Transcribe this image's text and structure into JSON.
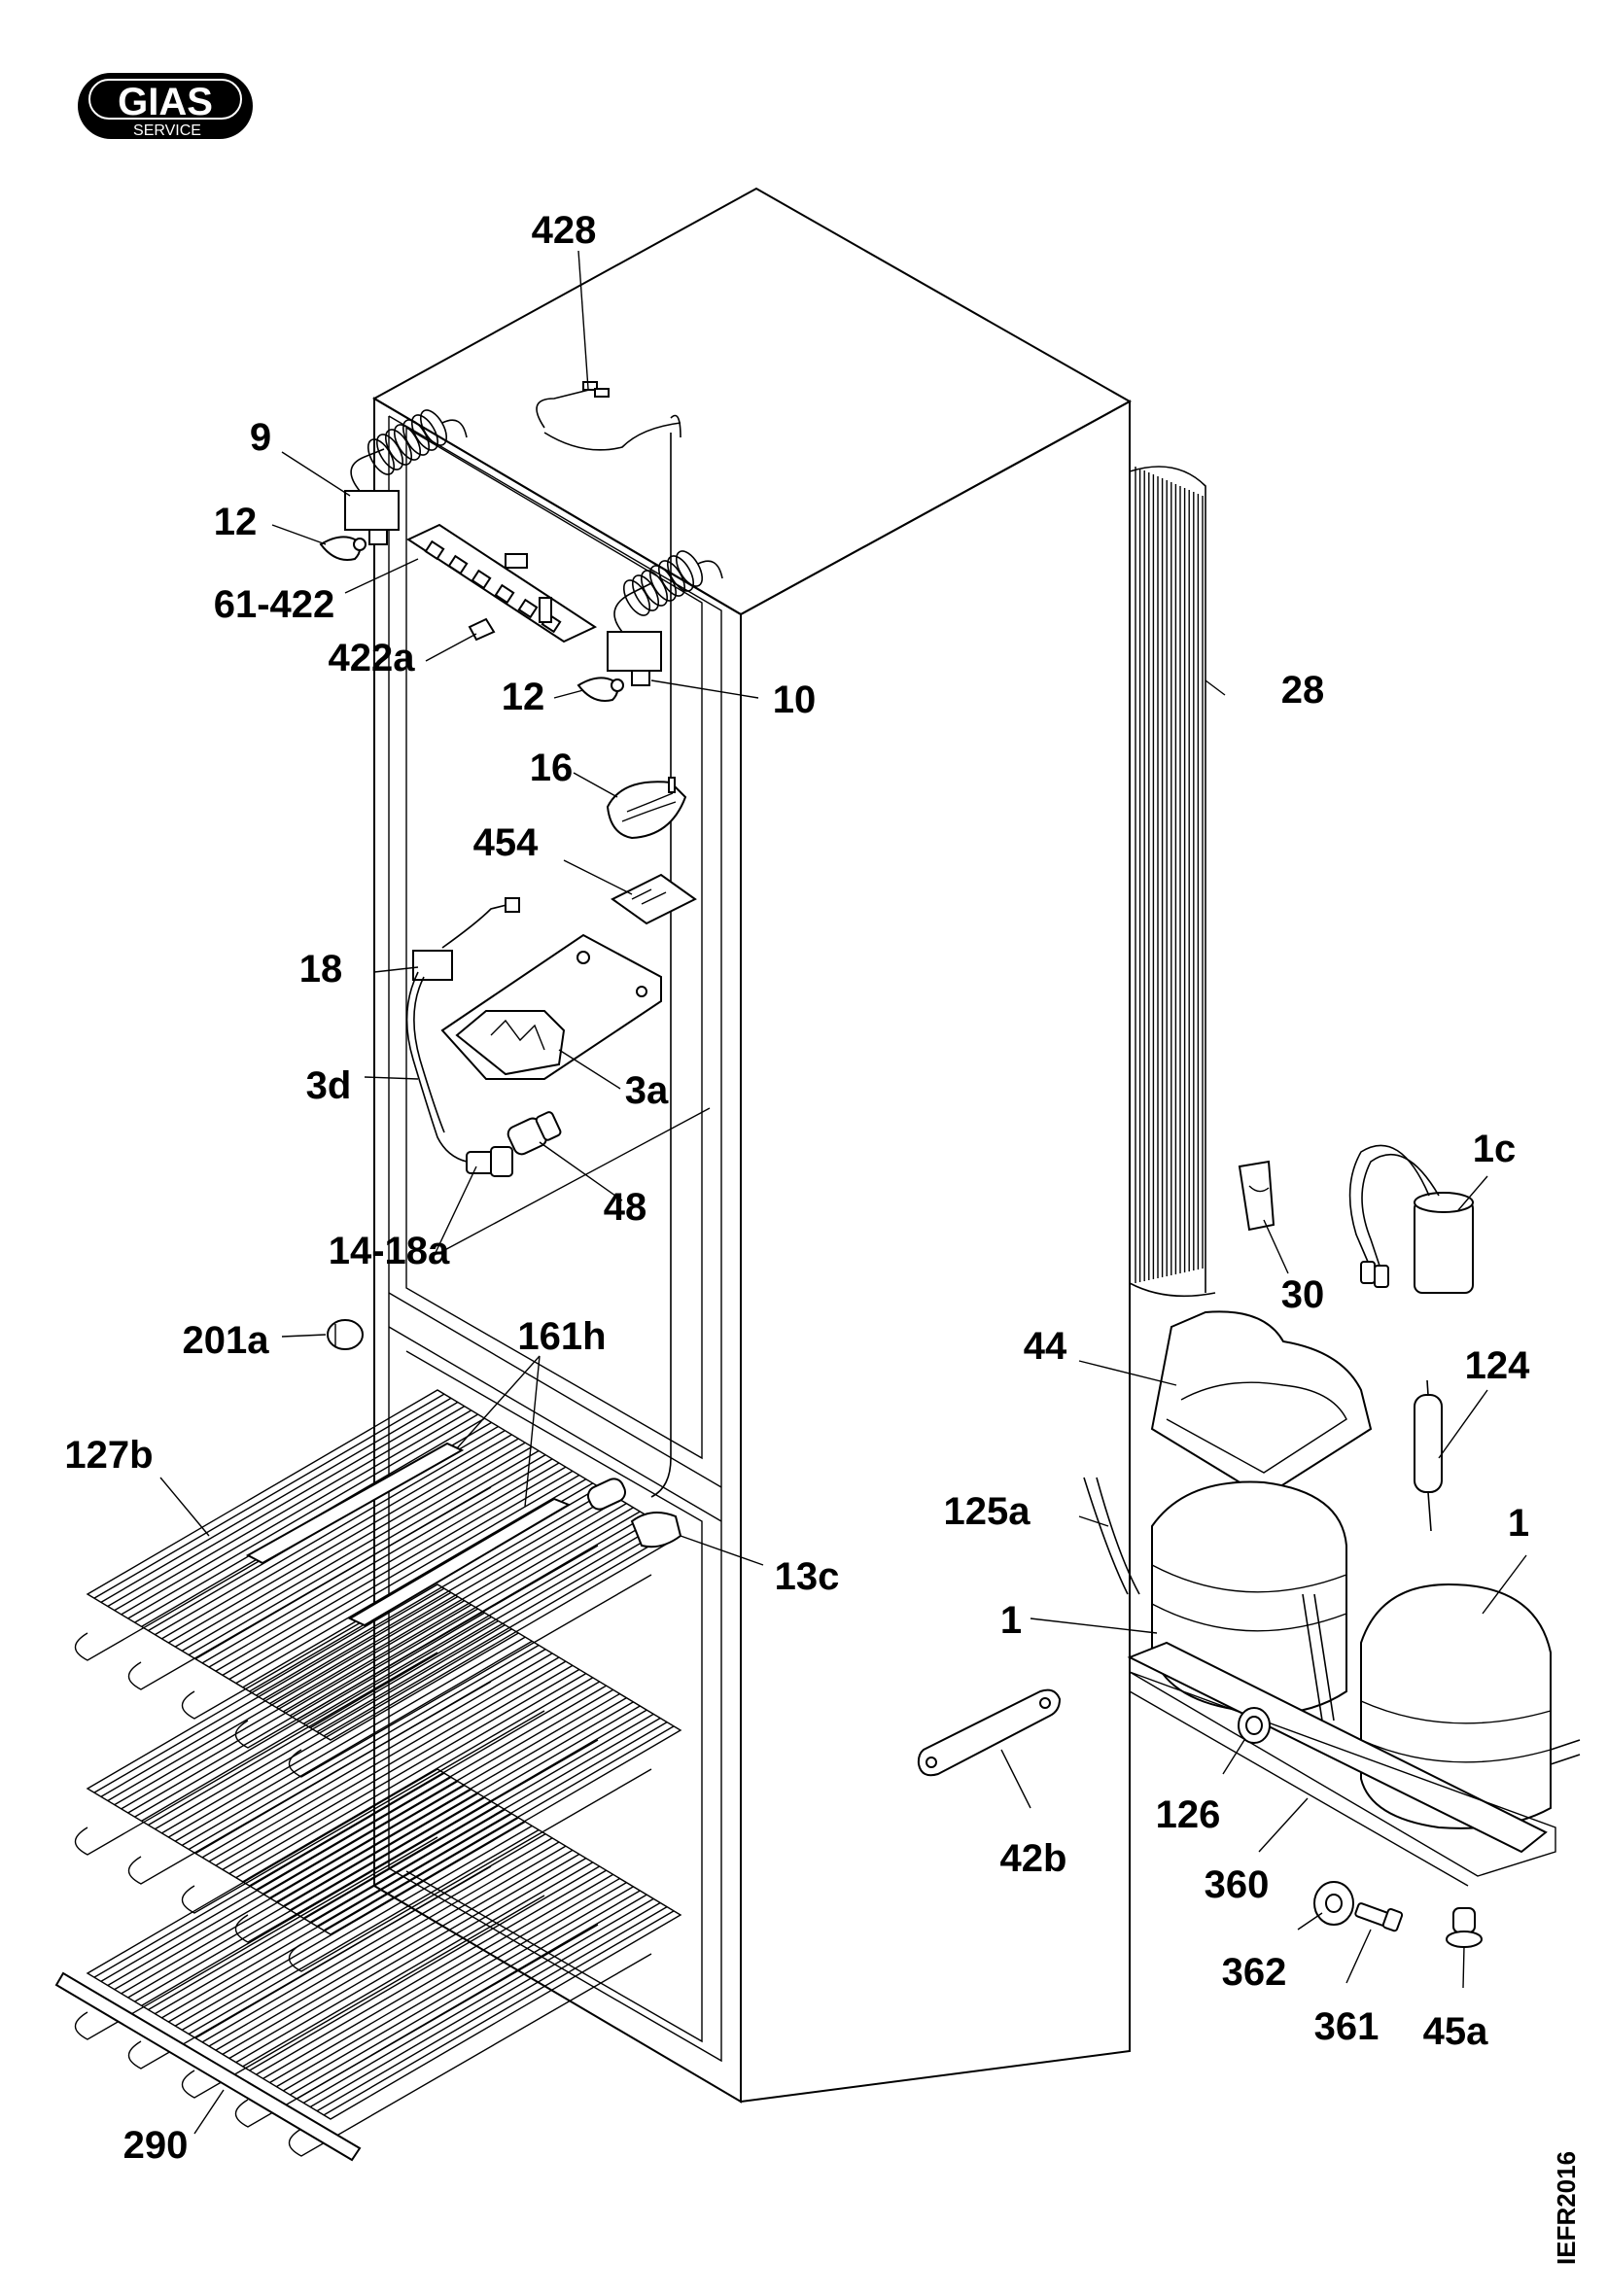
{
  "logo": {
    "brand": "GIAS",
    "sub": "SERVICE"
  },
  "doc_code": "IEFR2016",
  "labels": {
    "l428": "428",
    "l9": "9",
    "l12a": "12",
    "l61_422": "61-422",
    "l422a": "422a",
    "l12b": "12",
    "l10": "10",
    "l28": "28",
    "l16": "16",
    "l454": "454",
    "l18": "18",
    "l3d": "3d",
    "l3a": "3a",
    "l48": "48",
    "l14_18a": "14-18a",
    "l1c": "1c",
    "l30": "30",
    "l201a": "201a",
    "l161h": "161h",
    "l44": "44",
    "l124": "124",
    "l127b": "127b",
    "l125a": "125a",
    "l1a": "1",
    "l13c": "13c",
    "l1b": "1",
    "l126": "126",
    "l42b": "42b",
    "l360": "360",
    "l362": "362",
    "l361": "361",
    "l45a": "45a",
    "l290": "290"
  }
}
